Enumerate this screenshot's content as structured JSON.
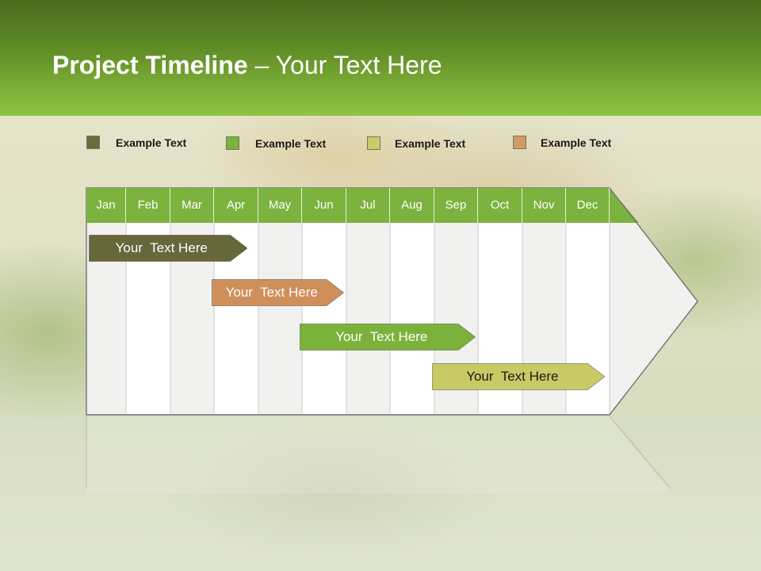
{
  "header": {
    "title_bold": "Project Timeline",
    "title_rest": " – Your Text Here"
  },
  "legend": [
    {
      "label": "Example Text",
      "color": "#6a6b3d"
    },
    {
      "label": "Example Text",
      "color": "#7cb23e"
    },
    {
      "label": "Example Text",
      "color": "#c9cc6a"
    },
    {
      "label": "Example Text",
      "color": "#d29a68"
    }
  ],
  "timeline": {
    "months": [
      "Jan",
      "Feb",
      "Mar",
      "Apr",
      "May",
      "Jun",
      "Jul",
      "Aug",
      "Sep",
      "Oct",
      "Nov",
      "Dec"
    ],
    "tasks": [
      {
        "label": "Your  Text Here",
        "start_month": 0.05,
        "end_month": 3.75,
        "color": "#67673c",
        "text_color": "#ffffff"
      },
      {
        "label": "Your  Text Here",
        "start_month": 2.95,
        "end_month": 5.95,
        "color": "#cf8f5b",
        "text_color": "#ffffff"
      },
      {
        "label": "Your  Text Here",
        "start_month": 4.95,
        "end_month": 8.95,
        "color": "#7ab23c",
        "text_color": "#ffffff"
      },
      {
        "label": "Your  Text Here",
        "start_month": 7.95,
        "end_month": 11.9,
        "color": "#c8ca65",
        "text_color": "#1a1a1a"
      }
    ]
  }
}
